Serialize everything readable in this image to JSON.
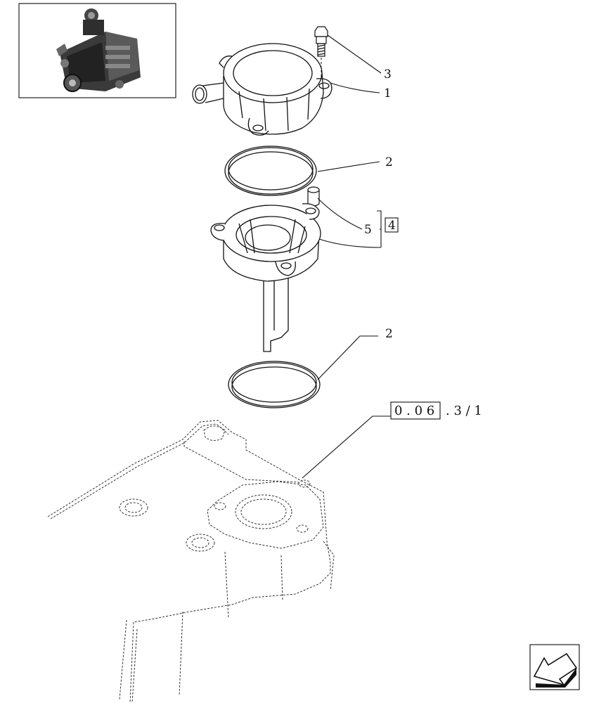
{
  "callouts": [
    {
      "id": "c3",
      "label": "3"
    },
    {
      "id": "c1",
      "label": "1"
    },
    {
      "id": "c2a",
      "label": "2"
    },
    {
      "id": "c5",
      "label": "5"
    },
    {
      "id": "c4",
      "label": "4"
    },
    {
      "id": "c2b",
      "label": "2"
    }
  ],
  "reference": {
    "boxed": "0 . 0 6",
    "rest": ". 3 / 1"
  },
  "icons": {
    "thumbnail": "engine-thumbnail-icon",
    "nav": "arrow-previous-icon"
  }
}
